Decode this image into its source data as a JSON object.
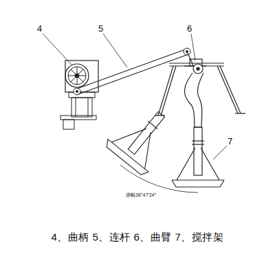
{
  "diagram": {
    "caption": "4、曲柄   5、连杆   6、曲臂   7、搅拌架",
    "labels": [
      "4",
      "5",
      "6",
      "7",
      "摆幅38°47′24″"
    ]
  }
}
